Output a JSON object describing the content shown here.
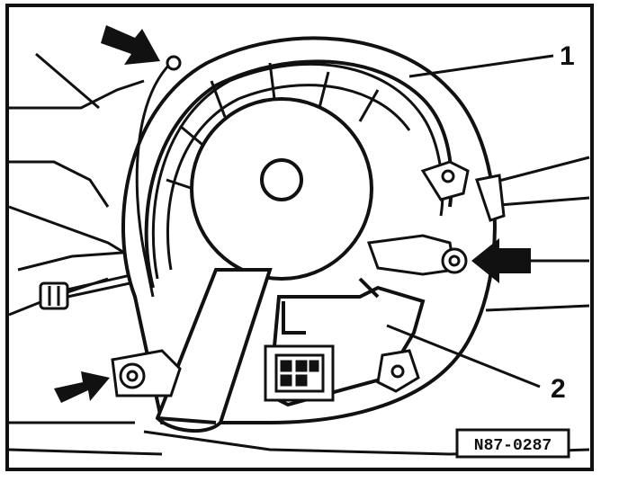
{
  "figure": {
    "callouts": [
      {
        "label": "1",
        "part": "blower-housing"
      },
      {
        "label": "2",
        "part": "motor-control-module"
      }
    ],
    "reference_code": "N87-0287",
    "arrows": [
      "top-left",
      "right",
      "bottom-left"
    ],
    "colors": {
      "ink": "#111111",
      "paper": "#ffffff"
    }
  }
}
